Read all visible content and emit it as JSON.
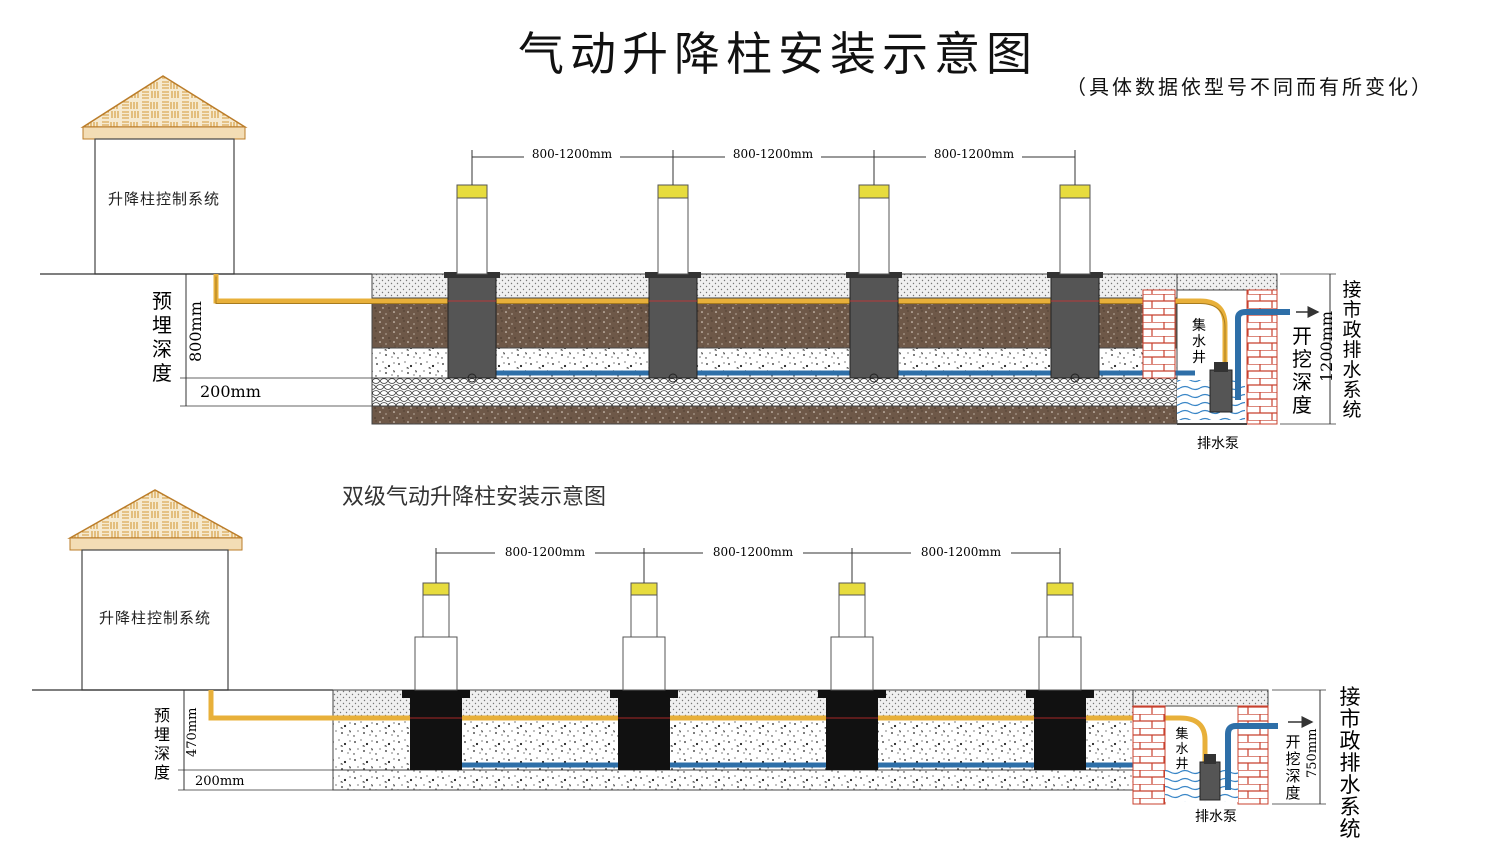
{
  "title": "气动升降柱安装示意图",
  "subtitle": "（具体数据依型号不同而有所变化）",
  "section2_title": "双级气动升降柱安装示意图",
  "top": {
    "house_label": "升降柱控制系统",
    "spacing_labels": [
      "800-1200mm",
      "800-1200mm",
      "800-1200mm"
    ],
    "depth_label": [
      "预",
      "埋",
      "深",
      "度"
    ],
    "depth_value": "800mm",
    "base_value": "200mm",
    "well_label": [
      "集",
      "水",
      "井"
    ],
    "pump_label": "排水泵",
    "dig_label": [
      "开",
      "挖",
      "深",
      "度"
    ],
    "dig_value": "1200mm",
    "drain_label": [
      "接",
      "市",
      "政",
      "排",
      "水",
      "系",
      "统"
    ]
  },
  "bottom": {
    "house_label": "升降柱控制系统",
    "spacing_labels": [
      "800-1200mm",
      "800-1200mm",
      "800-1200mm"
    ],
    "depth_label": [
      "预",
      "埋",
      "深",
      "度"
    ],
    "depth_value": "470mm",
    "base_value": "200mm",
    "well_label": [
      "集",
      "水",
      "井"
    ],
    "pump_label": "排水泵",
    "dig_label": [
      "开",
      "挖",
      "深",
      "度"
    ],
    "dig_value": "750mm",
    "drain_label": [
      "接",
      "市",
      "政",
      "排",
      "水",
      "系",
      "统"
    ]
  },
  "colors": {
    "pipe_yellow": "#e8b03a",
    "pipe_blue": "#2e6fa8",
    "soil_brown": "#6b5544",
    "cap_yellow": "#e7dc3e",
    "brick_red": "#c8402e",
    "sleeve_gray": "#4a4a4a",
    "sleeve_black": "#111111"
  }
}
